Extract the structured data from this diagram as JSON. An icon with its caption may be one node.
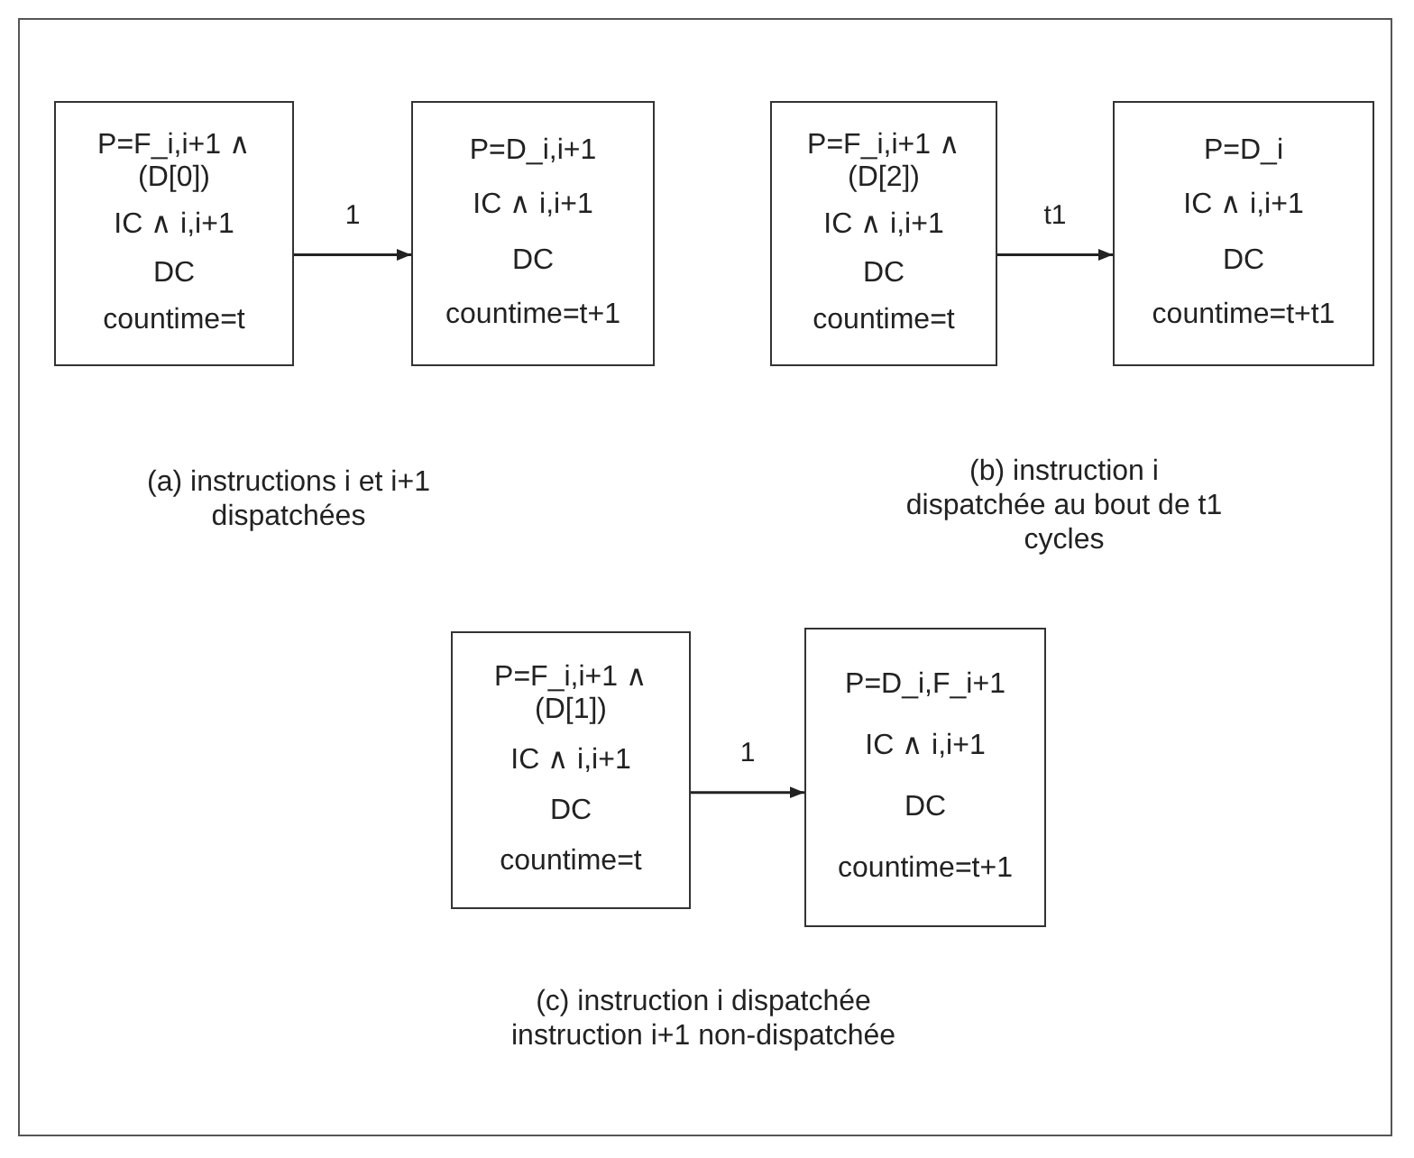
{
  "diagram": {
    "nodes": [
      {
        "text": [
          "P=F_i,i+1 ∧ (D[0])",
          "IC ∧ i,i+1",
          "DC",
          "countime=t"
        ]
      },
      {
        "text": [
          "P=D_i,i+1",
          "IC ∧ i,i+1",
          "DC",
          "countime=t+1"
        ]
      },
      {
        "text": [
          "P=F_i,i+1 ∧ (D[2])",
          "IC ∧ i,i+1",
          "DC",
          "countime=t"
        ]
      },
      {
        "text": [
          "P=D_i",
          "IC ∧ i,i+1",
          "DC",
          "countime=t+t1"
        ]
      },
      {
        "text": [
          "P=F_i,i+1 ∧ (D[1])",
          "IC ∧ i,i+1",
          "DC",
          "countime=t"
        ]
      },
      {
        "text": [
          "P=D_i,F_i+1",
          "IC ∧ i,i+1",
          "DC",
          "countime=t+1"
        ]
      }
    ],
    "edges": [
      {
        "from": 0,
        "to": 1,
        "arrow": "to",
        "label": "1"
      },
      {
        "from": 2,
        "to": 3,
        "arrow": "to",
        "label": "t1"
      },
      {
        "from": 4,
        "to": 5,
        "arrow": "to",
        "label": "1"
      }
    ],
    "labels": [
      "(a) instructions i et i+1 dispatchées",
      "(b) instruction i dispatchée au bout de t1 cycles",
      "(c) instruction i dispatchée instruction i+1 non-dispatchée"
    ]
  }
}
